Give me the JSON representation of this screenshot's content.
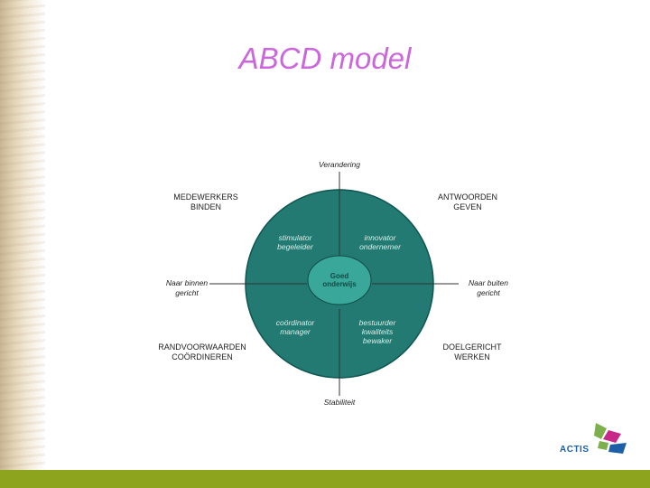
{
  "title": "ABCD model",
  "diagram": {
    "axis_top": "Verandering",
    "axis_bottom": "Stabiliteit",
    "axis_left": "Naar binnen\ngericht",
    "axis_right": "Naar buiten\ngericht",
    "corner_top_left": "MEDEWERKERS\nBINDEN",
    "corner_top_right": "ANTWOORDEN\nGEVEN",
    "corner_bottom_left": "RANDVOORWAARDEN\nCOÖRDINEREN",
    "corner_bottom_right": "DOELGERICHT\nWERKEN",
    "role_top_left": "stimulator\nbegeleider",
    "role_top_right": "innovator\nondernemer",
    "role_bottom_left": "coördinator\nmanager",
    "role_bottom_right": "bestuurder\nkwaliteits\nbewaker",
    "center": "Goed\nonderwijs",
    "colors": {
      "circle": "#227a73",
      "circle_stroke": "#0f5550",
      "center": "#3aa79b"
    }
  },
  "logo": {
    "text": "ACTIS",
    "colors": [
      "#7db04c",
      "#c7288a",
      "#1d5fa6"
    ]
  },
  "theme": {
    "title_color": "#cc66dd",
    "bottom_bar": "#8da51e"
  }
}
